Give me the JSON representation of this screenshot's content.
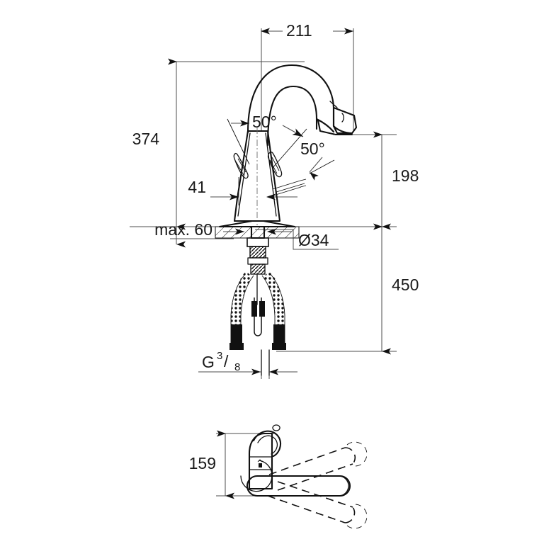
{
  "document": {
    "type": "technical-dimension-drawing",
    "subject": "kitchen-pull-out-mixer-tap",
    "background_color": "#ffffff",
    "line_color": "#111111",
    "dimension_color": "#4d4d4d"
  },
  "dimensions": {
    "reach_top": "211",
    "total_height": "374",
    "spout_offset": "41",
    "counter_thickness": "max. 60",
    "hole_diameter": "Ø34",
    "spout_height": "198",
    "hose_drop": "450",
    "thread_label_main": "G",
    "thread_label_numerator": "3",
    "thread_label_slash": "/",
    "thread_label_denominator": "8",
    "swivel_angle_left": "50°",
    "swivel_angle_right": "50°",
    "plan_height": "159"
  },
  "views": {
    "elevation": {
      "name": "front-elevation-view",
      "label": ""
    },
    "plan": {
      "name": "top-plan-swivel-view",
      "label": ""
    }
  },
  "annotations": [
    {
      "id": "dim-211",
      "value": "211",
      "kind": "horizontal-dimension"
    },
    {
      "id": "dim-374",
      "value": "374",
      "kind": "vertical-dimension"
    },
    {
      "id": "dim-41",
      "value": "41",
      "kind": "horizontal-dimension"
    },
    {
      "id": "dim-max60",
      "value": "max. 60",
      "kind": "vertical-dimension"
    },
    {
      "id": "dim-d34",
      "value": "Ø34",
      "kind": "leader-callout"
    },
    {
      "id": "dim-198",
      "value": "198",
      "kind": "vertical-dimension"
    },
    {
      "id": "dim-450",
      "value": "450",
      "kind": "vertical-dimension"
    },
    {
      "id": "dim-g38",
      "value": "G 3/8",
      "kind": "thread-callout"
    },
    {
      "id": "ang-50-left",
      "value": "50°",
      "kind": "angle-callout"
    },
    {
      "id": "ang-50-right",
      "value": "50°",
      "kind": "angle-callout"
    },
    {
      "id": "dim-159",
      "value": "159",
      "kind": "vertical-dimension"
    }
  ]
}
